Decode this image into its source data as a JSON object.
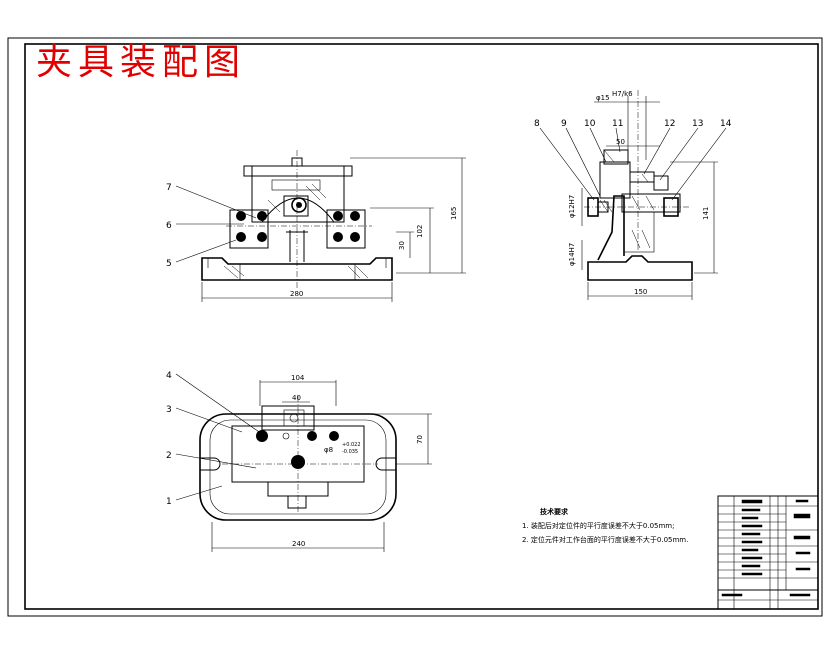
{
  "title": "夹具装配图",
  "front_view": {
    "callouts": [
      "7",
      "6",
      "5"
    ],
    "dims": {
      "width": "280",
      "height1": "102",
      "height2": "165",
      "height3": "30"
    }
  },
  "side_view": {
    "callouts": [
      "8",
      "9",
      "10",
      "11",
      "12",
      "13",
      "14"
    ],
    "dims": {
      "top_dia": "φ15",
      "top_fit": "H7/k6",
      "span": "50",
      "height": "141",
      "width": "150",
      "left_dia1": "φ12H7",
      "left_dia2": "φ14H7"
    }
  },
  "top_view": {
    "callouts": [
      "4",
      "3",
      "2",
      "1"
    ],
    "dims": {
      "outer": "104",
      "inner": "40",
      "height": "70",
      "width": "240",
      "hole": "φ8",
      "tol_upper": "+0.022",
      "tol_lower": "-0.035"
    }
  },
  "tech_requirements": {
    "heading": "技术要求",
    "items": [
      "1. 装配后对定位件的平行度误差不大于0.05mm;",
      "2. 定位元件对工作台面的平行度误差不大于0.05mm."
    ]
  }
}
